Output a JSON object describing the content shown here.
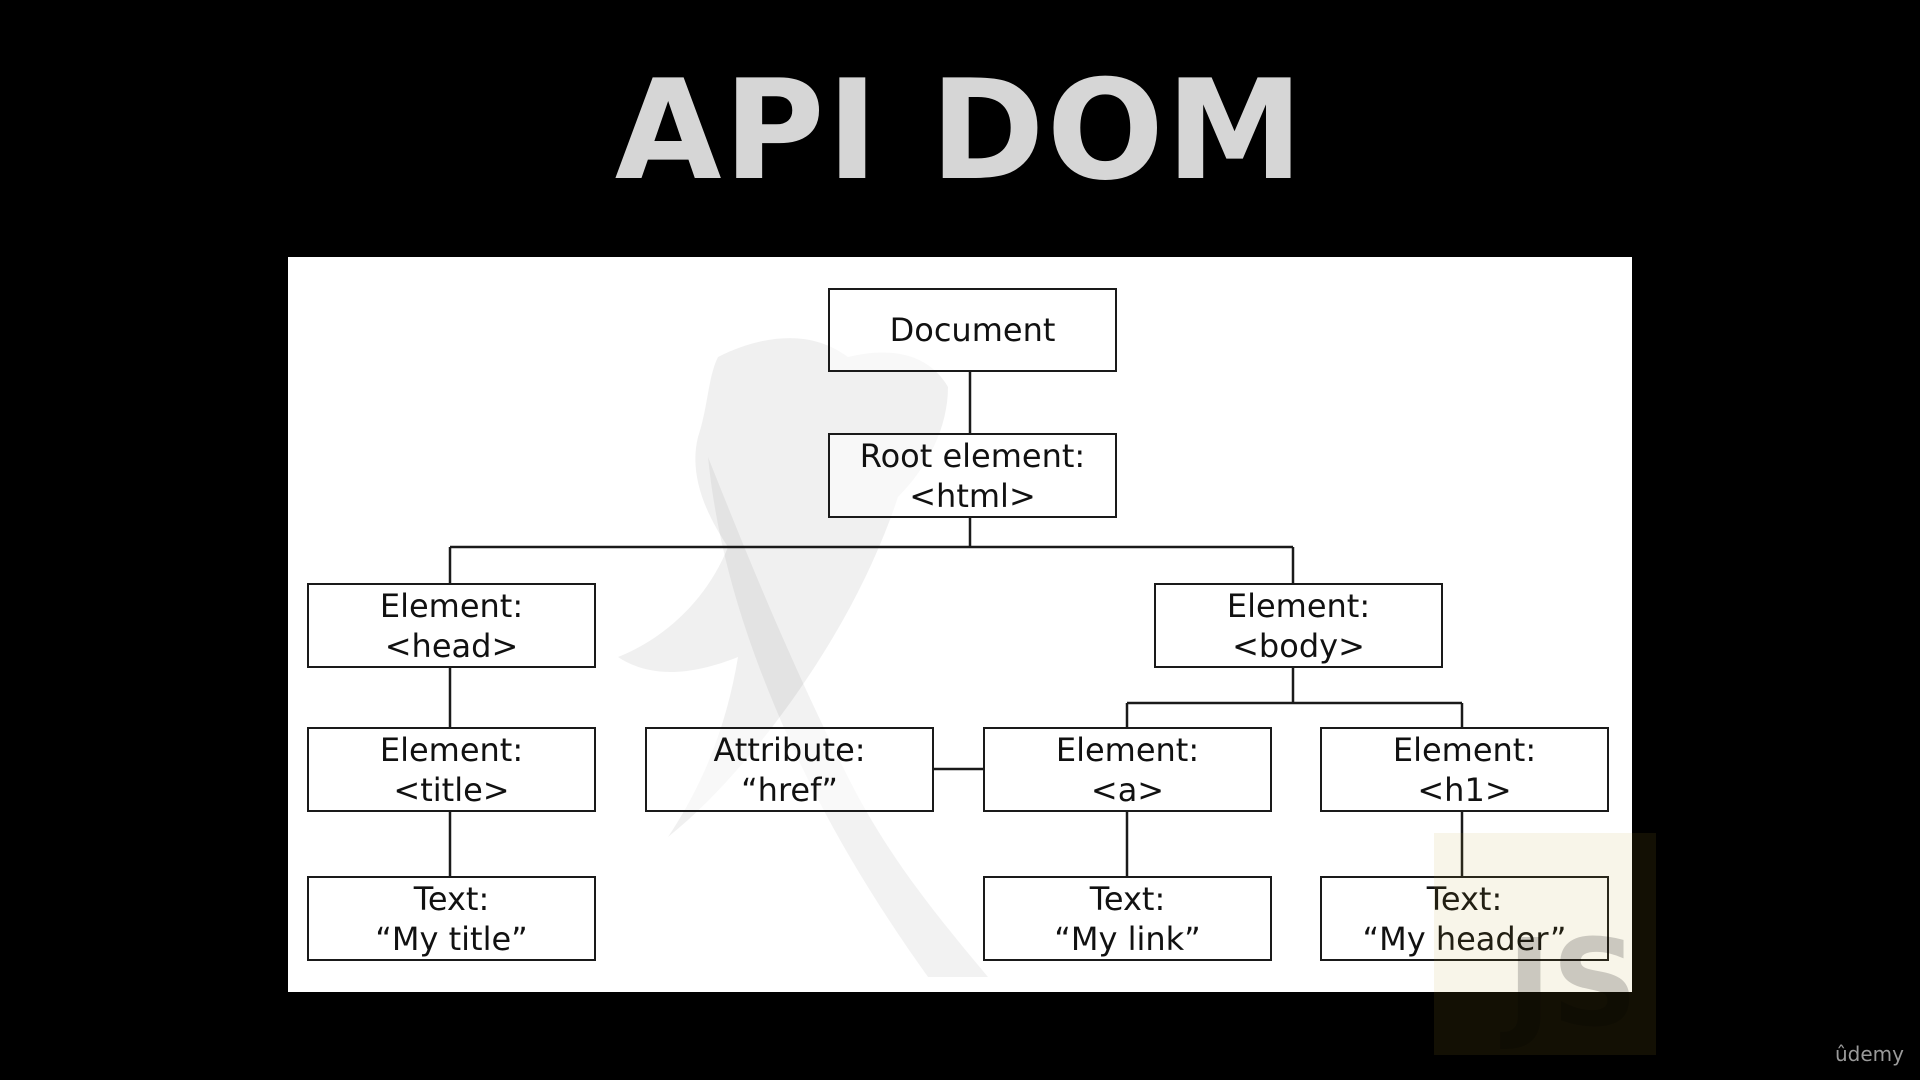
{
  "title": "API DOM",
  "brand": "ûdemy",
  "badge": "JS",
  "colors": {
    "background": "#000000",
    "title": "#d6d6d6",
    "panel": "#ffffff",
    "stroke": "#1a1a1a"
  },
  "tree": {
    "document": {
      "lines": [
        "Document"
      ]
    },
    "root": {
      "lines": [
        "Root element:",
        "<html>"
      ]
    },
    "head": {
      "lines": [
        "Element:",
        "<head>"
      ]
    },
    "body": {
      "lines": [
        "Element:",
        "<body>"
      ]
    },
    "title_el": {
      "lines": [
        "Element:",
        "<title>"
      ]
    },
    "attribute": {
      "lines": [
        "Attribute:",
        "“href”"
      ]
    },
    "anchor": {
      "lines": [
        "Element:",
        "<a>"
      ]
    },
    "h1": {
      "lines": [
        "Element:",
        "<h1>"
      ]
    },
    "text_title": {
      "lines": [
        "Text:",
        "“My title”"
      ]
    },
    "text_link": {
      "lines": [
        "Text:",
        "“My link”"
      ]
    },
    "text_header": {
      "lines": [
        "Text:",
        "“My header”"
      ]
    }
  }
}
